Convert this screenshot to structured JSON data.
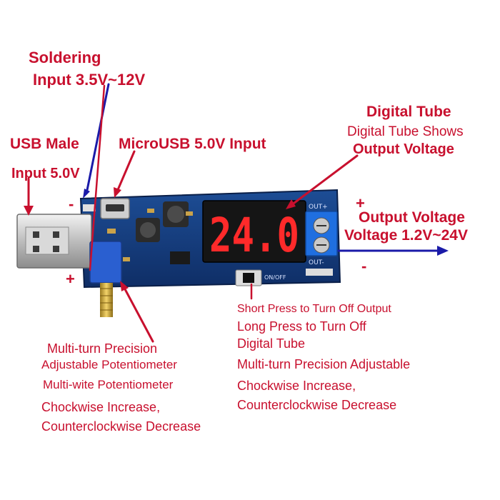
{
  "labels": {
    "soldering_title": "Soldering",
    "soldering_range": "Input 3.5V~12V",
    "usb_male_1": "USB Male",
    "usb_male_2": "Input 5.0V",
    "microusb": "MicroUSB 5.0V Input",
    "digital_tube_title": "Digital Tube",
    "digital_tube_line1": "Digital Tube Shows",
    "digital_tube_line2": "Output Voltage",
    "output_voltage_1": "Output Voltage",
    "output_voltage_2": "Voltage 1.2V~24V",
    "plus_out": "+",
    "minus_out": "-",
    "minus_in": "-",
    "plus_in": "+",
    "button_line1": "Short Press to Turn Off Output",
    "button_line2": "Long Press to Turn Off",
    "button_line3": "Digital Tube",
    "pot_left_1": "Multi-turn Precision",
    "pot_left_2": "Adjustable Potentiometer",
    "pot_left_3": "Multi-wite Potentiometer",
    "pot_left_4": "Chockwise Increase,",
    "pot_left_5": "Counterclockwise Decrease",
    "pot_right_1": "Multi-turn Precision Adjustable",
    "pot_right_2": "Chockwise Increase,",
    "pot_right_3": "Counterclockwise Decrease"
  },
  "board": {
    "display_reading": "24.0",
    "out_plus_silk": "OUT+",
    "out_minus_silk": "OUT-",
    "switch_silk": "ON/OFF"
  },
  "colors": {
    "label_red": "#c8102e",
    "arrow_blue": "#1a1aa8",
    "pcb_blue": "#123a7a",
    "segment_red": "#ff2a2a"
  }
}
